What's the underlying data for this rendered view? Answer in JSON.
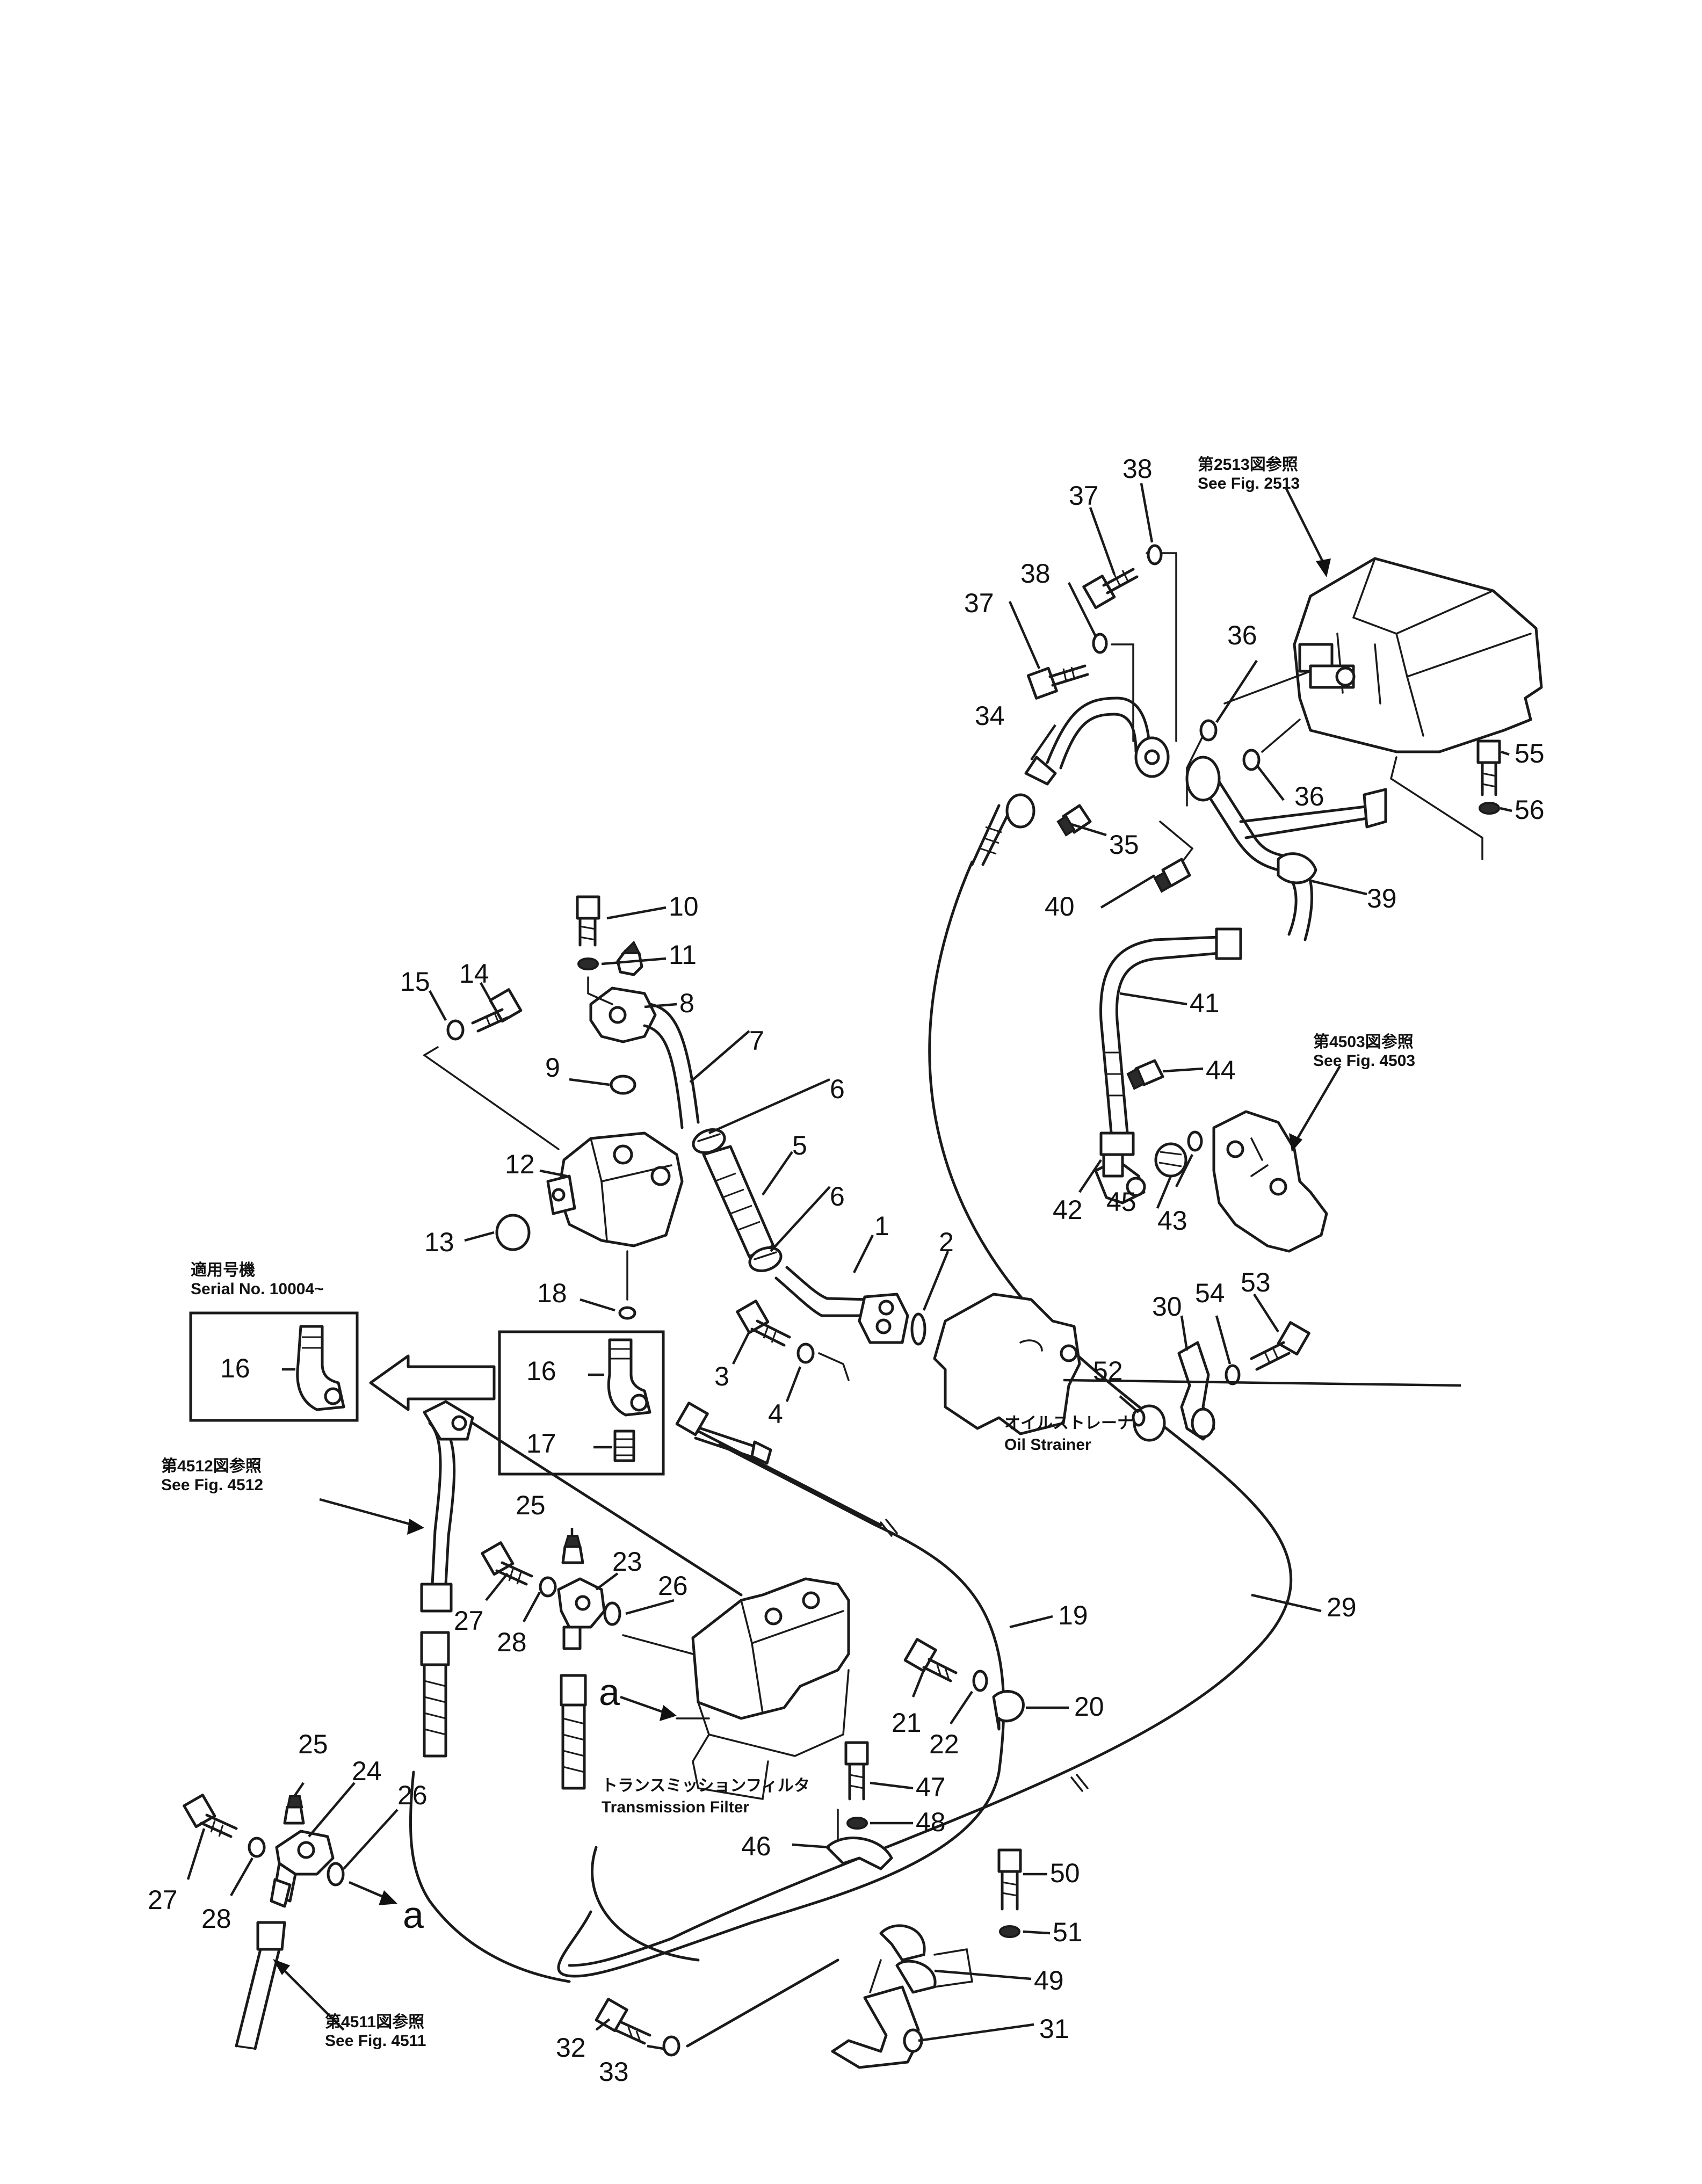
{
  "labels": {
    "1": "1",
    "2": "2",
    "3": "3",
    "4": "4",
    "5": "5",
    "6": "6",
    "7": "7",
    "8": "8",
    "9": "9",
    "10": "10",
    "11": "11",
    "12": "12",
    "13": "13",
    "14": "14",
    "15": "15",
    "16": "16",
    "17": "17",
    "18": "18",
    "19": "19",
    "20": "20",
    "21": "21",
    "22": "22",
    "23": "23",
    "24": "24",
    "25": "25",
    "26": "26",
    "27": "27",
    "28": "28",
    "29": "29",
    "30": "30",
    "31": "31",
    "32": "32",
    "33": "33",
    "34": "34",
    "35": "35",
    "36": "36",
    "37": "37",
    "38": "38",
    "39": "39",
    "40": "40",
    "41": "41",
    "42": "42",
    "43": "43",
    "44": "44",
    "45": "45",
    "46": "46",
    "47": "47",
    "48": "48",
    "49": "49",
    "50": "50",
    "51": "51",
    "52": "52",
    "53": "53",
    "54": "54",
    "55": "55",
    "56": "56"
  },
  "references": {
    "fig2513_jp": "第2513図参照",
    "fig2513_en": "See Fig. 2513",
    "fig4503_jp": "第4503図参照",
    "fig4503_en": "See Fig. 4503",
    "fig4512_jp": "第4512図参照",
    "fig4512_en": "See Fig. 4512",
    "fig4511_jp": "第4511図参照",
    "fig4511_en": "See Fig. 4511",
    "serial_jp": "適用号機",
    "serial_en": "Serial No. 10004~"
  },
  "components": {
    "oil_strainer_jp": "オイルストレーナ",
    "oil_strainer_en": "Oil Strainer",
    "trans_filter_jp": "トランスミッションフィルタ",
    "trans_filter_en": "Transmission Filter"
  },
  "markers": {
    "a": "a"
  }
}
